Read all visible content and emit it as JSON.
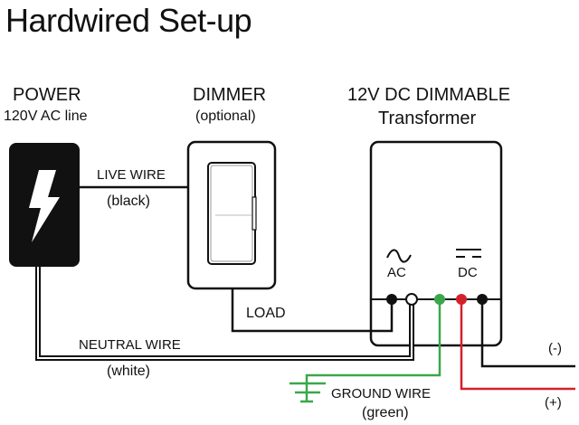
{
  "title": "Hardwired Set-up",
  "components": {
    "power": {
      "title": "POWER",
      "subtitle": "120V AC line"
    },
    "dimmer": {
      "title": "DIMMER",
      "subtitle": "(optional)"
    },
    "transformer": {
      "title": "12V DC DIMMABLE",
      "subtitle": "Transformer",
      "ac_label": "AC",
      "dc_label": "DC"
    }
  },
  "wires": {
    "live": {
      "label": "LIVE WIRE",
      "color_label": "(black)"
    },
    "load": {
      "label": "LOAD"
    },
    "neutral": {
      "label": "NEUTRAL WIRE",
      "color_label": "(white)"
    },
    "ground": {
      "label": "GROUND WIRE",
      "color_label": "(green)"
    },
    "negative": {
      "label": "(-)"
    },
    "positive": {
      "label": "(+)"
    }
  },
  "colors": {
    "wire_black": "#111111",
    "wire_green": "#3aa84a",
    "wire_red": "#d4202a"
  }
}
